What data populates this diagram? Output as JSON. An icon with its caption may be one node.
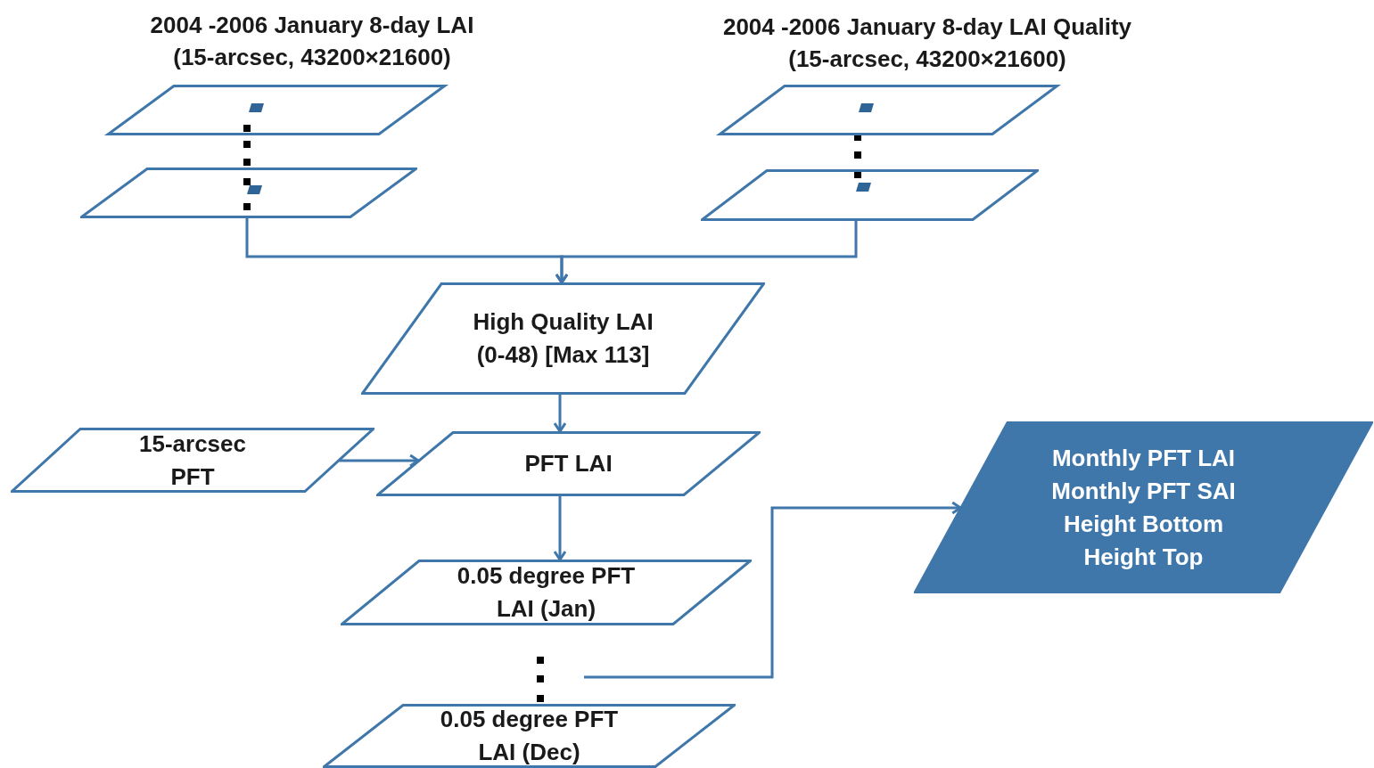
{
  "diagram": {
    "nodes": [
      {
        "text": [
          "2004 -2006 January 8-day LAI",
          "(15-arcsec, 43200×21600)"
        ]
      },
      {
        "text": [],
        "shape": "parallelogram"
      },
      {
        "text": [
          "2004 -2006 January 8-day LAI Quality",
          "(15-arcsec, 43200×21600)"
        ]
      },
      {
        "text": [],
        "shape": "parallelogram"
      },
      {
        "text": [
          "High Quality LAI (0-48) [Max 113]"
        ]
      },
      {
        "text": [
          "15-arcsec PFT"
        ]
      },
      {
        "text": [
          "PFT LAI"
        ]
      },
      {
        "text": [
          "0.05 degree PFT LAI (Jan)"
        ]
      },
      {
        "text": [
          "0.05 degree PFT LAI (Dec)"
        ]
      },
      {
        "text": [
          "Monthly PFT LAI",
          "Monthly PFT SAI",
          "Height Bottom",
          "Height Top"
        ]
      }
    ],
    "edges": [
      {
        "from": 1,
        "to": 4,
        "arrow": "to"
      },
      {
        "from": 3,
        "to": 4,
        "arrow": "to"
      },
      {
        "from": 4,
        "to": 6,
        "arrow": "to"
      },
      {
        "from": 5,
        "to": 6,
        "arrow": "to"
      },
      {
        "from": 6,
        "to": 7,
        "arrow": "to"
      },
      {
        "from": null,
        "to": 9,
        "arrow": "to"
      }
    ]
  }
}
